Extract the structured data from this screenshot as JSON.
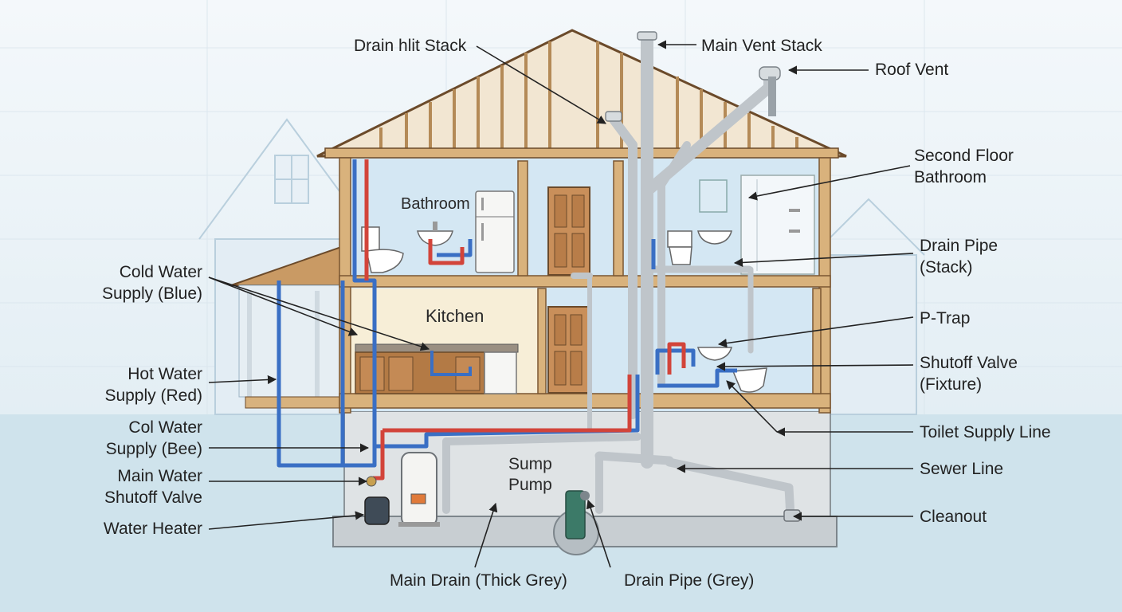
{
  "labels": {
    "drain_vent_stack": "Drain hlit Stack",
    "main_vent_stack": "Main Vent Stack",
    "roof_vent": "Roof Vent",
    "second_floor_bathroom": "Second Floor\nBathroom",
    "drain_pipe_stack": "Drain Pipe\n(Stack)",
    "p_trap": "P-Trap",
    "shutoff_valve_fixture": "Shutoff Valve\n(Fixture)",
    "toilet_supply_line": "Toilet Supply Line",
    "sewer_line": "Sewer Line",
    "cleanout": "Cleanout",
    "cold_water_supply_blue": "Cold Water\nSupply (Blue)",
    "hot_water_supply_red": "Hot Water\nSupply (Red)",
    "col_water_supply_bee": "Col Water\nSupply (Bee)",
    "main_water_shutoff_valve": "Main Water\nShutoff Valve",
    "water_heater": "Water Heater",
    "main_drain": "Main Drain (Thick Grey)",
    "drain_pipe_grey": "Drain Pipe (Grey)"
  },
  "rooms": {
    "bathroom": "Bathroom",
    "kitchen": "Kitchen",
    "sump_pump": "Sump\nPump"
  },
  "colors": {
    "cold_water": "#3a6fc4",
    "hot_water": "#d2443a",
    "drain_pipe": "#c9ced3",
    "framing_wood": "#d9b27c",
    "ground": "#cde3ec"
  }
}
